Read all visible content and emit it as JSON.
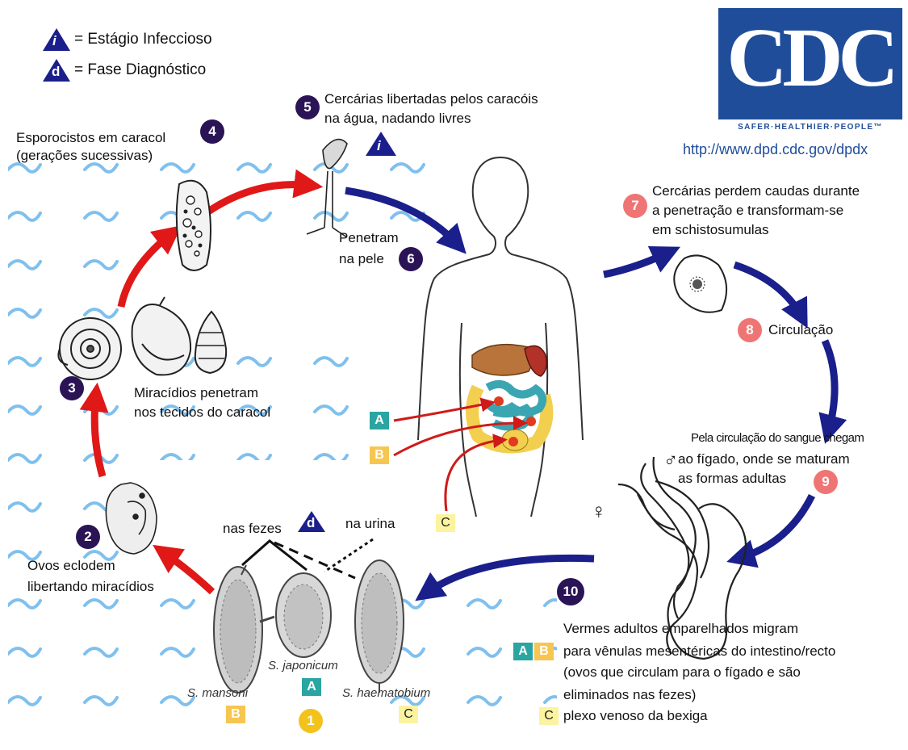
{
  "legend": {
    "infective_letter": "i",
    "infective_label": "= Estágio Infeccioso",
    "diagnostic_letter": "d",
    "diagnostic_label": "= Fase Diagnóstico"
  },
  "cdc": {
    "letters": "CDC",
    "tagline": "SAFER·HEALTHIER·PEOPLE™",
    "url": "http://www.dpd.cdc.gov/dpdx"
  },
  "steps": {
    "s1": "1",
    "s2": "2",
    "s2_text": [
      "Ovos eclodem",
      "libertando miracídios"
    ],
    "s3": "3",
    "s3_text": [
      "Miracídios penetram",
      "nos tecidos do caracol"
    ],
    "s4": "4",
    "s4_text": [
      "Esporocistos em caracol",
      "(gerações sucessivas)"
    ],
    "s5": "5",
    "s5_text": [
      "Cercárias libertadas pelos caracóis",
      "na água, nadando livres"
    ],
    "s6": "6",
    "s6_text": [
      "Penetram",
      "na pele"
    ],
    "s7": "7",
    "s7_text": [
      "Cercárias perdem caudas durante",
      "a penetração e transformam-se",
      "em schistosumulas"
    ],
    "s8": "8",
    "s8_text": "Circulação",
    "s9": "9",
    "s9_text": [
      "Pela circulação do sangue chegam",
      "ao fígado, onde se maturam",
      "as formas adultas"
    ],
    "s10": "10",
    "s10_text": [
      "Vermes adultos emparelhados migram",
      "para vênulas mesentéricas do intestino/recto",
      "(ovos que circulam para o fígado e são",
      "eliminados nas fezes)"
    ],
    "s10_c_text": "plexo venoso da bexiga"
  },
  "eggs": {
    "feces_label": "nas fezes",
    "urine_label": "na urina",
    "species": [
      "S. mansoni",
      "S. japonicum",
      "S. haematobium"
    ]
  },
  "markers": {
    "a": "A",
    "b": "B",
    "c": "C",
    "male": "♂",
    "female": "♀"
  },
  "colors": {
    "dark_navy": "#1a1f8c",
    "red_arrow": "#e01818",
    "step_dark": "#2a1456",
    "step_red": "#ef7575",
    "teal": "#2ba5a2",
    "gold": "#f6c650",
    "wave": "#5aa8e0"
  }
}
